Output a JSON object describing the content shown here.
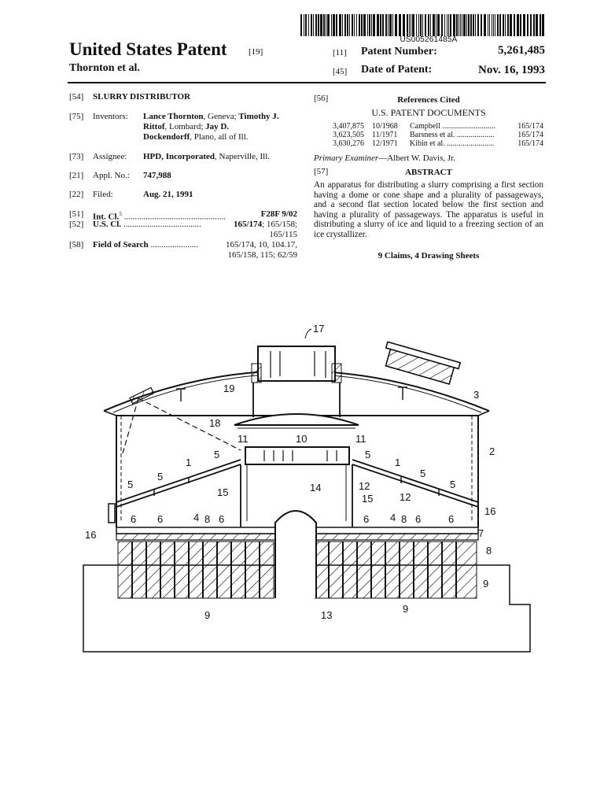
{
  "barcode": {
    "text": "US005261485A"
  },
  "header": {
    "title": "United States Patent",
    "title_code": "[19]",
    "authors": "Thornton et al.",
    "patent_number_code": "[11]",
    "patent_number_label": "Patent Number:",
    "patent_number": "5,261,485",
    "date_code": "[45]",
    "date_label": "Date of Patent:",
    "date": "Nov. 16, 1993"
  },
  "left": {
    "title_code": "[54]",
    "title": "SLURRY DISTRIBUTOR",
    "inventors_code": "[75]",
    "inventors_label": "Inventors:",
    "inventors_lines": [
      {
        "bold": "Lance Thornton",
        "rest": ", Geneva; ",
        "bold2": "Timothy J."
      },
      {
        "bold": "Rittof",
        "rest": ", Lombard; ",
        "bold2": "Jay D."
      },
      {
        "bold": "Dockendorff",
        "rest": ", Plano, all of Ill.",
        "bold2": ""
      }
    ],
    "assignee_code": "[73]",
    "assignee_label": "Assignee:",
    "assignee_bold": "HPD, Incorporated",
    "assignee_rest": ", Naperville, Ill.",
    "appl_code": "[21]",
    "appl_label": "Appl. No.:",
    "appl_no": "747,988",
    "filed_code": "[22]",
    "filed_label": "Filed:",
    "filed": "Aug. 21, 1991",
    "intcl_code": "[51]",
    "intcl_label": "Int. Cl.",
    "intcl_sup": "5",
    "intcl_dots": "...............................................",
    "intcl_value": "F28F 9/02",
    "uscl_code": "[52]",
    "uscl_label": "U.S. Cl.",
    "uscl_dots": "....................................",
    "uscl_value_bold": "165/174",
    "uscl_value_rest": "; 165/158;",
    "uscl_line2": "165/115",
    "field_code": "[58]",
    "field_label": "Field of Search",
    "field_dots": "......................",
    "field_line1": "165/174, 10, 104.17,",
    "field_line2": "165/158, 115; 62/59"
  },
  "right": {
    "refs_code": "[56]",
    "refs_title": "References Cited",
    "refs_subtitle": "U.S. PATENT DOCUMENTS",
    "refs": [
      {
        "number": "3,407,875",
        "date": "10/1968",
        "name": "Campbell",
        "dots": "...........................",
        "cls": "165/174"
      },
      {
        "number": "3,623,505",
        "date": "11/1971",
        "name": "Barsness et al.",
        "dots": "...................",
        "cls": "165/174"
      },
      {
        "number": "3,630,276",
        "date": "12/1971",
        "name": "Kibin et al.",
        "dots": "........................",
        "cls": "165/174"
      }
    ],
    "examiner_label": "Primary Examiner",
    "examiner_name": "—Albert W. Davis, Jr.",
    "abstract_code": "[57]",
    "abstract_title": "ABSTRACT",
    "abstract_text": "An apparatus for distributing a slurry comprising a first section having a dome or cone shape and a plurality of passageways, and a second flat section located below the first section and having a plurality of passageways. The apparatus is useful in distributing a slurry of ice and liquid to a freezing section of an ice crystallizer.",
    "claims": "9 Claims, 4 Drawing Sheets"
  },
  "figure": {
    "labels": {
      "l17": "17",
      "l19": "19",
      "l3": "3",
      "l18": "18",
      "l11a": "11",
      "l10": "10",
      "l11b": "11",
      "l2": "2",
      "l5a": "5",
      "l5b": "5",
      "l1a": "1",
      "l5c": "5",
      "l5d": "5",
      "l1b": "1",
      "l5e": "5",
      "l5f": "5",
      "l12a": "12",
      "l12b": "12",
      "l15a": "15",
      "l15b": "15",
      "l14": "14",
      "l16a": "16",
      "l16b": "16",
      "l6a": "6",
      "l6b": "6",
      "l4a": "4",
      "l8a": "8",
      "l6c": "6",
      "l6d": "6",
      "l4b": "4",
      "l8b": "8",
      "l6e": "6",
      "l6f": "6",
      "l7": "7",
      "l8c": "8",
      "l9a": "9",
      "l9b": "9",
      "l9c": "9",
      "l13": "13"
    }
  }
}
